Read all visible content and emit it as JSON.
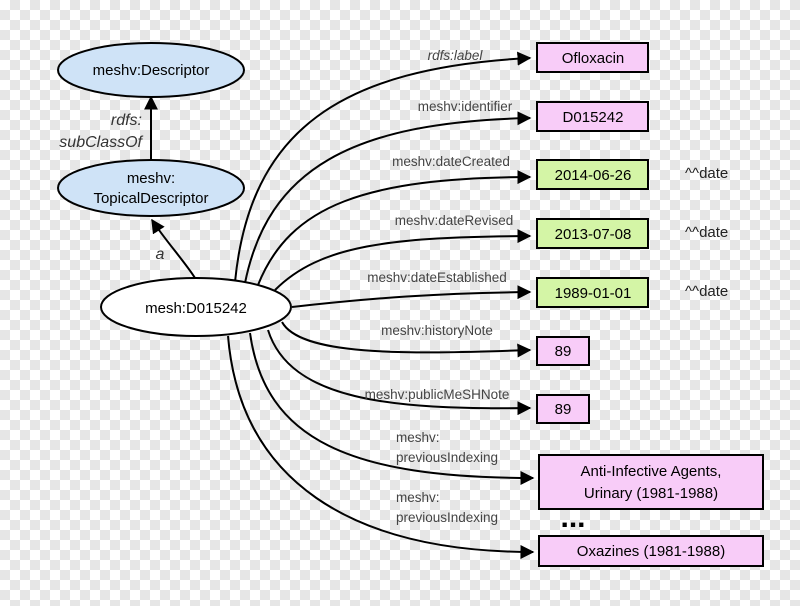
{
  "colors": {
    "class_fill": "#cfe3f7",
    "literal_fill": "#f8ccf8",
    "date_fill": "#d4f5a6",
    "main_fill": "#ffffff",
    "stroke": "#000000"
  },
  "classes": {
    "descriptor": "meshv:Descriptor",
    "topical_line1": "meshv:",
    "topical_line2": "TopicalDescriptor"
  },
  "subject": "mesh:D015242",
  "edges_left": {
    "subclass_line1": "rdfs:",
    "subclass_line2": "subClassOf",
    "type": "a"
  },
  "properties": {
    "label": "rdfs:label",
    "identifier": "meshv:identifier",
    "date_created": "meshv:dateCreated",
    "date_revised": "meshv:dateRevised",
    "date_established": "meshv:dateEstablished",
    "history_note": "meshv:historyNote",
    "public_note": "meshv:publicMeSHNote",
    "prev_indexing_1_line1": "meshv:",
    "prev_indexing_1_line2": "previousIndexing",
    "prev_indexing_2_line1": "meshv:",
    "prev_indexing_2_line2": "previousIndexing"
  },
  "values": {
    "label": "Ofloxacin",
    "identifier": "D015242",
    "date_created": "2014-06-26",
    "date_revised": "2013-07-08",
    "date_established": "1989-01-01",
    "history_note": "89",
    "public_note": "89",
    "prev_indexing_1_line1": "Anti-Infective Agents,",
    "prev_indexing_1_line2": "Urinary (1981-1988)",
    "prev_indexing_2": "Oxazines (1981-1988)",
    "ellipsis": "..."
  },
  "datatypes": {
    "created": "^^date",
    "revised": "^^date",
    "established": "^^date"
  }
}
